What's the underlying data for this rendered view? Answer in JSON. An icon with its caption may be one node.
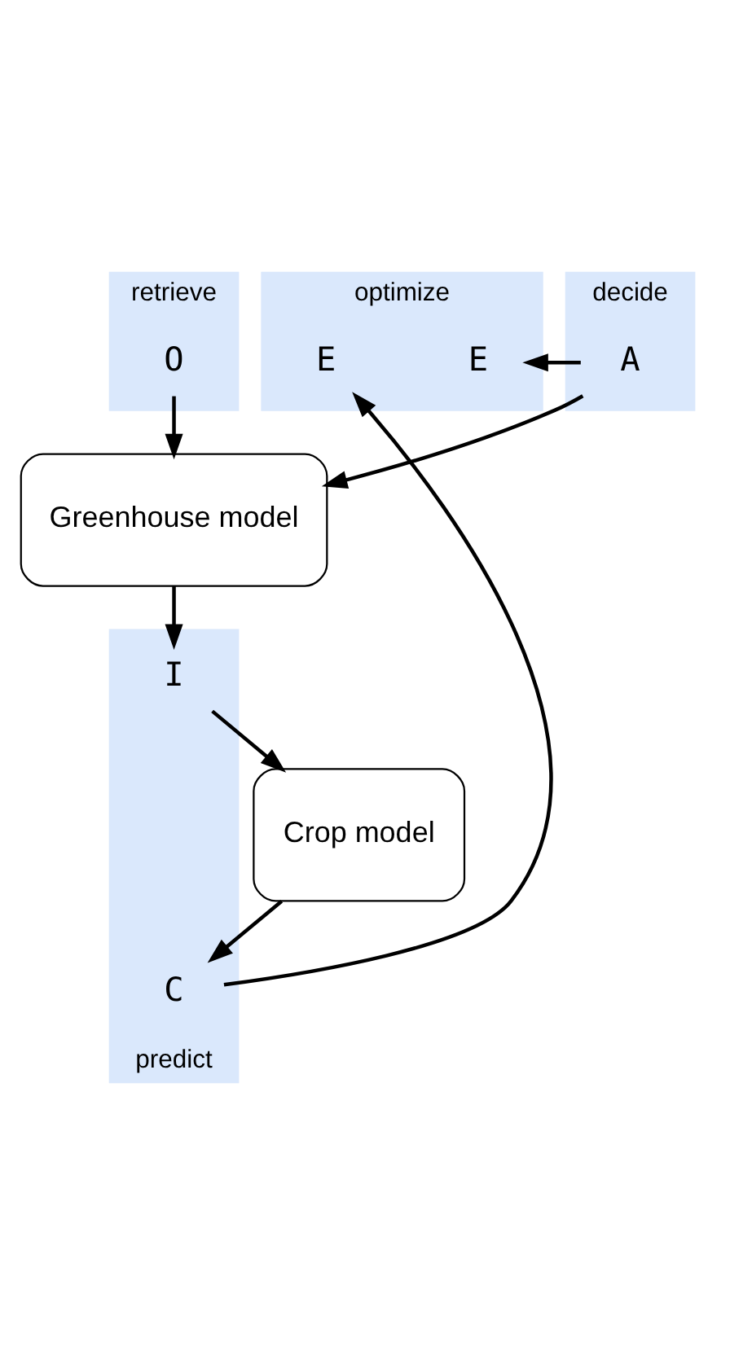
{
  "diagram": {
    "nodes": [
      {
        "text": [
          "retrieve"
        ]
      },
      {
        "text": [
          "decide"
        ]
      },
      {
        "text": [
          "predict"
        ]
      },
      {
        "text": [
          "optimize"
        ]
      },
      {
        "text": [
          "A"
        ],
        "in": 1
      },
      {
        "text": [
          "E"
        ],
        "in": 3
      },
      {
        "text": [
          "O"
        ],
        "in": 0
      },
      {
        "text": [
          "Greenhouse model"
        ]
      },
      {
        "text": [
          "I"
        ],
        "in": 2
      },
      {
        "text": [
          "Crop model"
        ]
      },
      {
        "text": [
          "C"
        ],
        "in": 2
      },
      {
        "text": [
          "E"
        ],
        "in": 3
      }
    ],
    "edges": [
      {
        "from": 4,
        "to": 5,
        "arrow": "to"
      },
      {
        "from": 4,
        "to": 7,
        "arrow": "to"
      },
      {
        "from": 6,
        "to": 7,
        "arrow": "to"
      },
      {
        "from": 7,
        "to": 8,
        "arrow": "to"
      },
      {
        "from": 8,
        "to": 9,
        "arrow": "to"
      },
      {
        "from": 9,
        "to": 10,
        "arrow": "to"
      },
      {
        "from": 10,
        "to": 11,
        "arrow": "to"
      }
    ]
  }
}
